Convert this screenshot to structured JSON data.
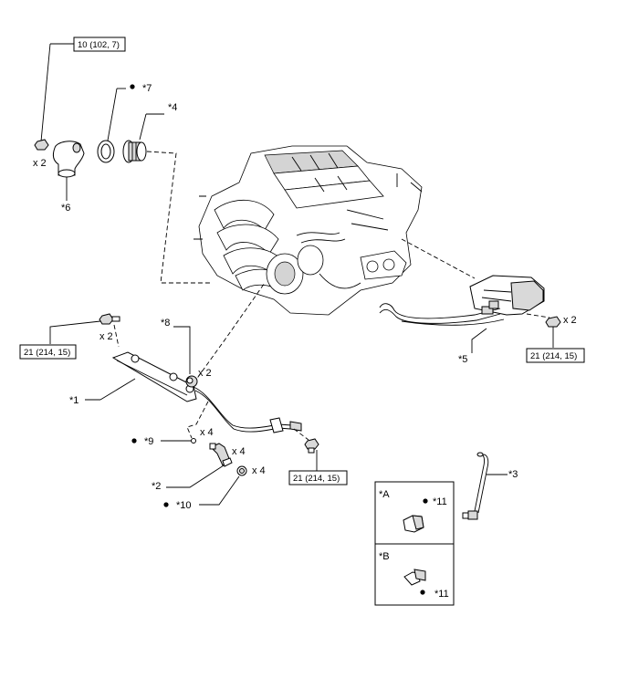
{
  "callouts": {
    "c1": "*1",
    "c2": "*2",
    "c3": "*3",
    "c4": "*4",
    "c5": "*5",
    "c6": "*6",
    "c7": "*7",
    "c8": "*8",
    "c9": "*9",
    "c10": "*10",
    "c11a": "*11",
    "c11b": "*11"
  },
  "torque": {
    "t_top": "10 (102, 7)",
    "t_left": "21 (214, 15)",
    "t_bottom": "21 (214, 15)",
    "t_right": "21 (214, 15)"
  },
  "quantities": {
    "q_bolt_top": "x 2",
    "q_bolt_left": "x 2",
    "q_insulator": "x 2",
    "q_9": "x 4",
    "q_2": "x 4",
    "q_10": "x 4",
    "q_right": "x 2"
  },
  "views": {
    "a": "*A",
    "b": "*B"
  },
  "icons": {
    "non_reusable": "filled-dot"
  }
}
